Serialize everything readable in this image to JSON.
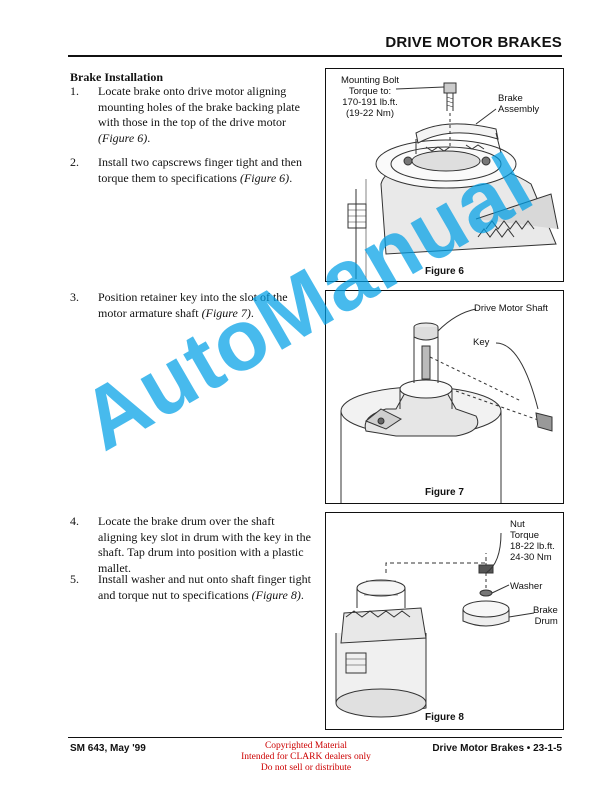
{
  "header": {
    "title": "DRIVE MOTOR BRAKES"
  },
  "section": {
    "heading": "Brake Installation"
  },
  "steps": [
    {
      "num": "1.",
      "pre": "Locate brake onto drive motor aligning mounting holes of the brake backing plate with those in the top of the drive motor ",
      "ref": "(Figure 6)",
      "post": "."
    },
    {
      "num": "2.",
      "pre": "Install two capscrews finger tight and then torque them to specifications ",
      "ref": "(Figure 6)",
      "post": "."
    },
    {
      "num": "3.",
      "pre": "Position retainer key into the slot of the motor armature shaft ",
      "ref": "(Figure 7)",
      "post": "."
    },
    {
      "num": "4.",
      "pre": "Locate the brake drum over the shaft aligning key slot in drum with the key in the shaft. Tap drum into position with a plastic mallet.",
      "ref": "",
      "post": ""
    },
    {
      "num": "5.",
      "pre": "Install washer and nut onto shaft finger tight and torque nut to specifications ",
      "ref": "(Figure 8)",
      "post": "."
    }
  ],
  "figures": [
    {
      "caption": "Figure 6",
      "callouts": {
        "bolt_lines": [
          "Mounting Bolt",
          "Torque to:",
          "170-191 lb.ft.",
          "(19-22 Nm)"
        ],
        "assembly_lines": [
          "Brake",
          "Assembly"
        ]
      }
    },
    {
      "caption": "Figure 7",
      "callouts": {
        "shaft": "Drive Motor Shaft",
        "key": "Key"
      }
    },
    {
      "caption": "Figure 8",
      "callouts": {
        "nut_lines": [
          "Nut",
          "Torque",
          "18-22 lb.ft.",
          "24-30 Nm"
        ],
        "washer": "Washer",
        "drum_lines": [
          "Brake",
          "Drum"
        ]
      }
    }
  ],
  "footer": {
    "left": "SM 643, May '99",
    "right": "Drive Motor Brakes  •  23-1-5",
    "notice": [
      "Copyrighted Material",
      "Intended for CLARK dealers only",
      "Do not sell or distribute"
    ],
    "notice_color": "#cc0000"
  },
  "watermark": {
    "text": "AutoManual",
    "color": "#00a0e6"
  }
}
